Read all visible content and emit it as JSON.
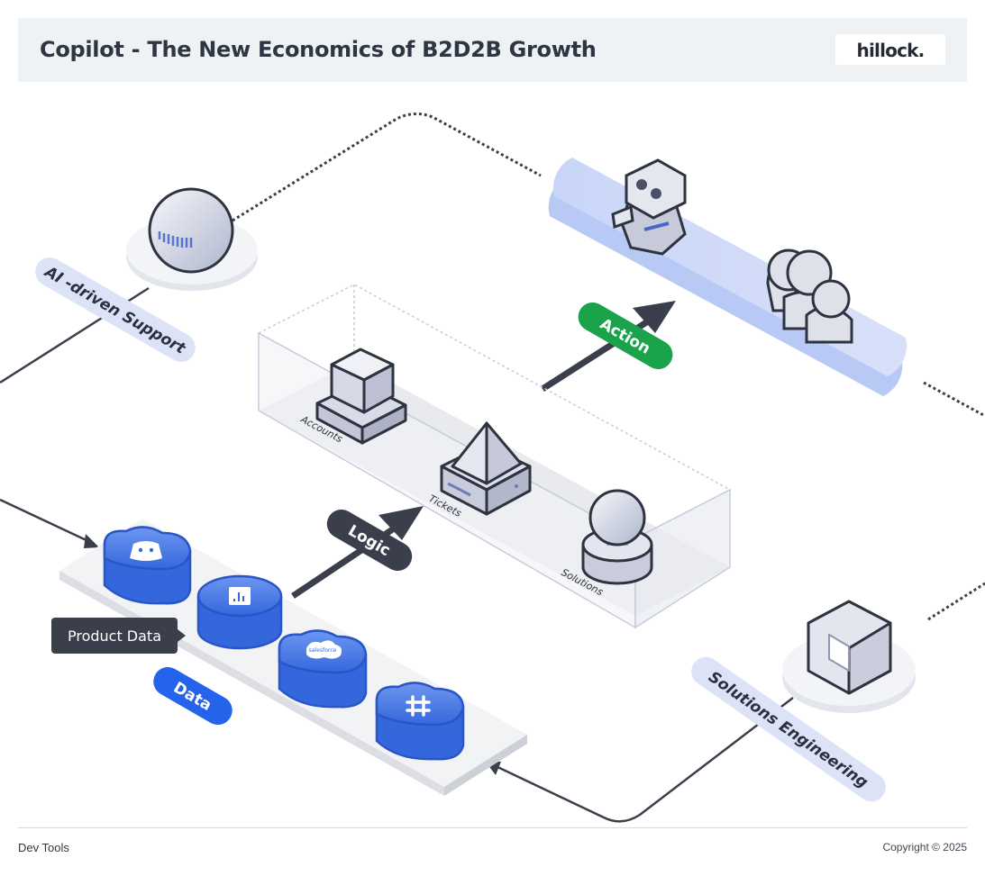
{
  "header": {
    "title": "Copilot - The New Economics of B2D2B Growth",
    "logo": "hillock."
  },
  "diagram": {
    "labels": {
      "support": "AI -driven Support",
      "engineering": "Solutions Engineering",
      "action": "Action",
      "logic": "Logic",
      "data": "Data",
      "product_data": "Product Data",
      "accounts": "Accounts",
      "tickets": "Tickets",
      "solutions": "Solutions",
      "salesforce": "salesforce"
    },
    "colors": {
      "action_green": "#1aa34a",
      "data_blue": "#2563eb",
      "cloud_blue": "#3f74e6",
      "pill_lavender": "#dde3f7",
      "dark": "#3a3f4b"
    },
    "icons": [
      "robot-icon",
      "team-icon",
      "orb-icon",
      "cube-icon",
      "pyramid-icon",
      "knob-icon",
      "discord-icon",
      "chart-icon",
      "salesforce-icon",
      "slack-icon",
      "box-icon"
    ]
  },
  "footer": {
    "left": "Dev Tools",
    "right": "Copyright © 2025"
  }
}
